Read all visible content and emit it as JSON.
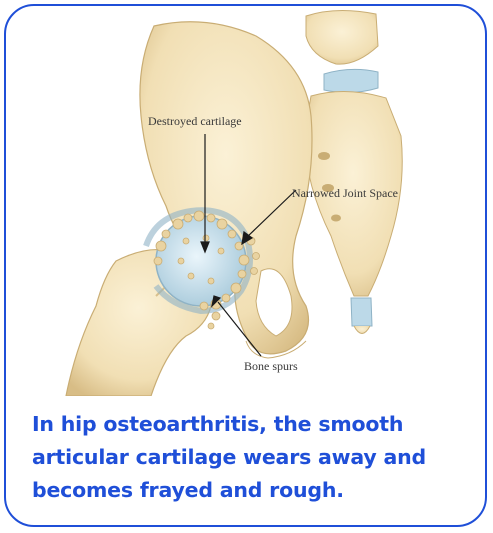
{
  "labels": {
    "destroyed_cartilage": "Destroyed cartilage",
    "narrowed_joint_space": "Narrowed Joint Space",
    "bone_spurs": "Bone spurs"
  },
  "caption": "In hip osteoarthritis, the smooth articular cartilage wears away and becomes frayed and rough.",
  "colors": {
    "border": "#1f4fd8",
    "caption_text": "#1f4fd8",
    "bone": "#f3e3bd",
    "bone_shadow": "#d9c08c",
    "cartilage": "#bcd9e8"
  }
}
